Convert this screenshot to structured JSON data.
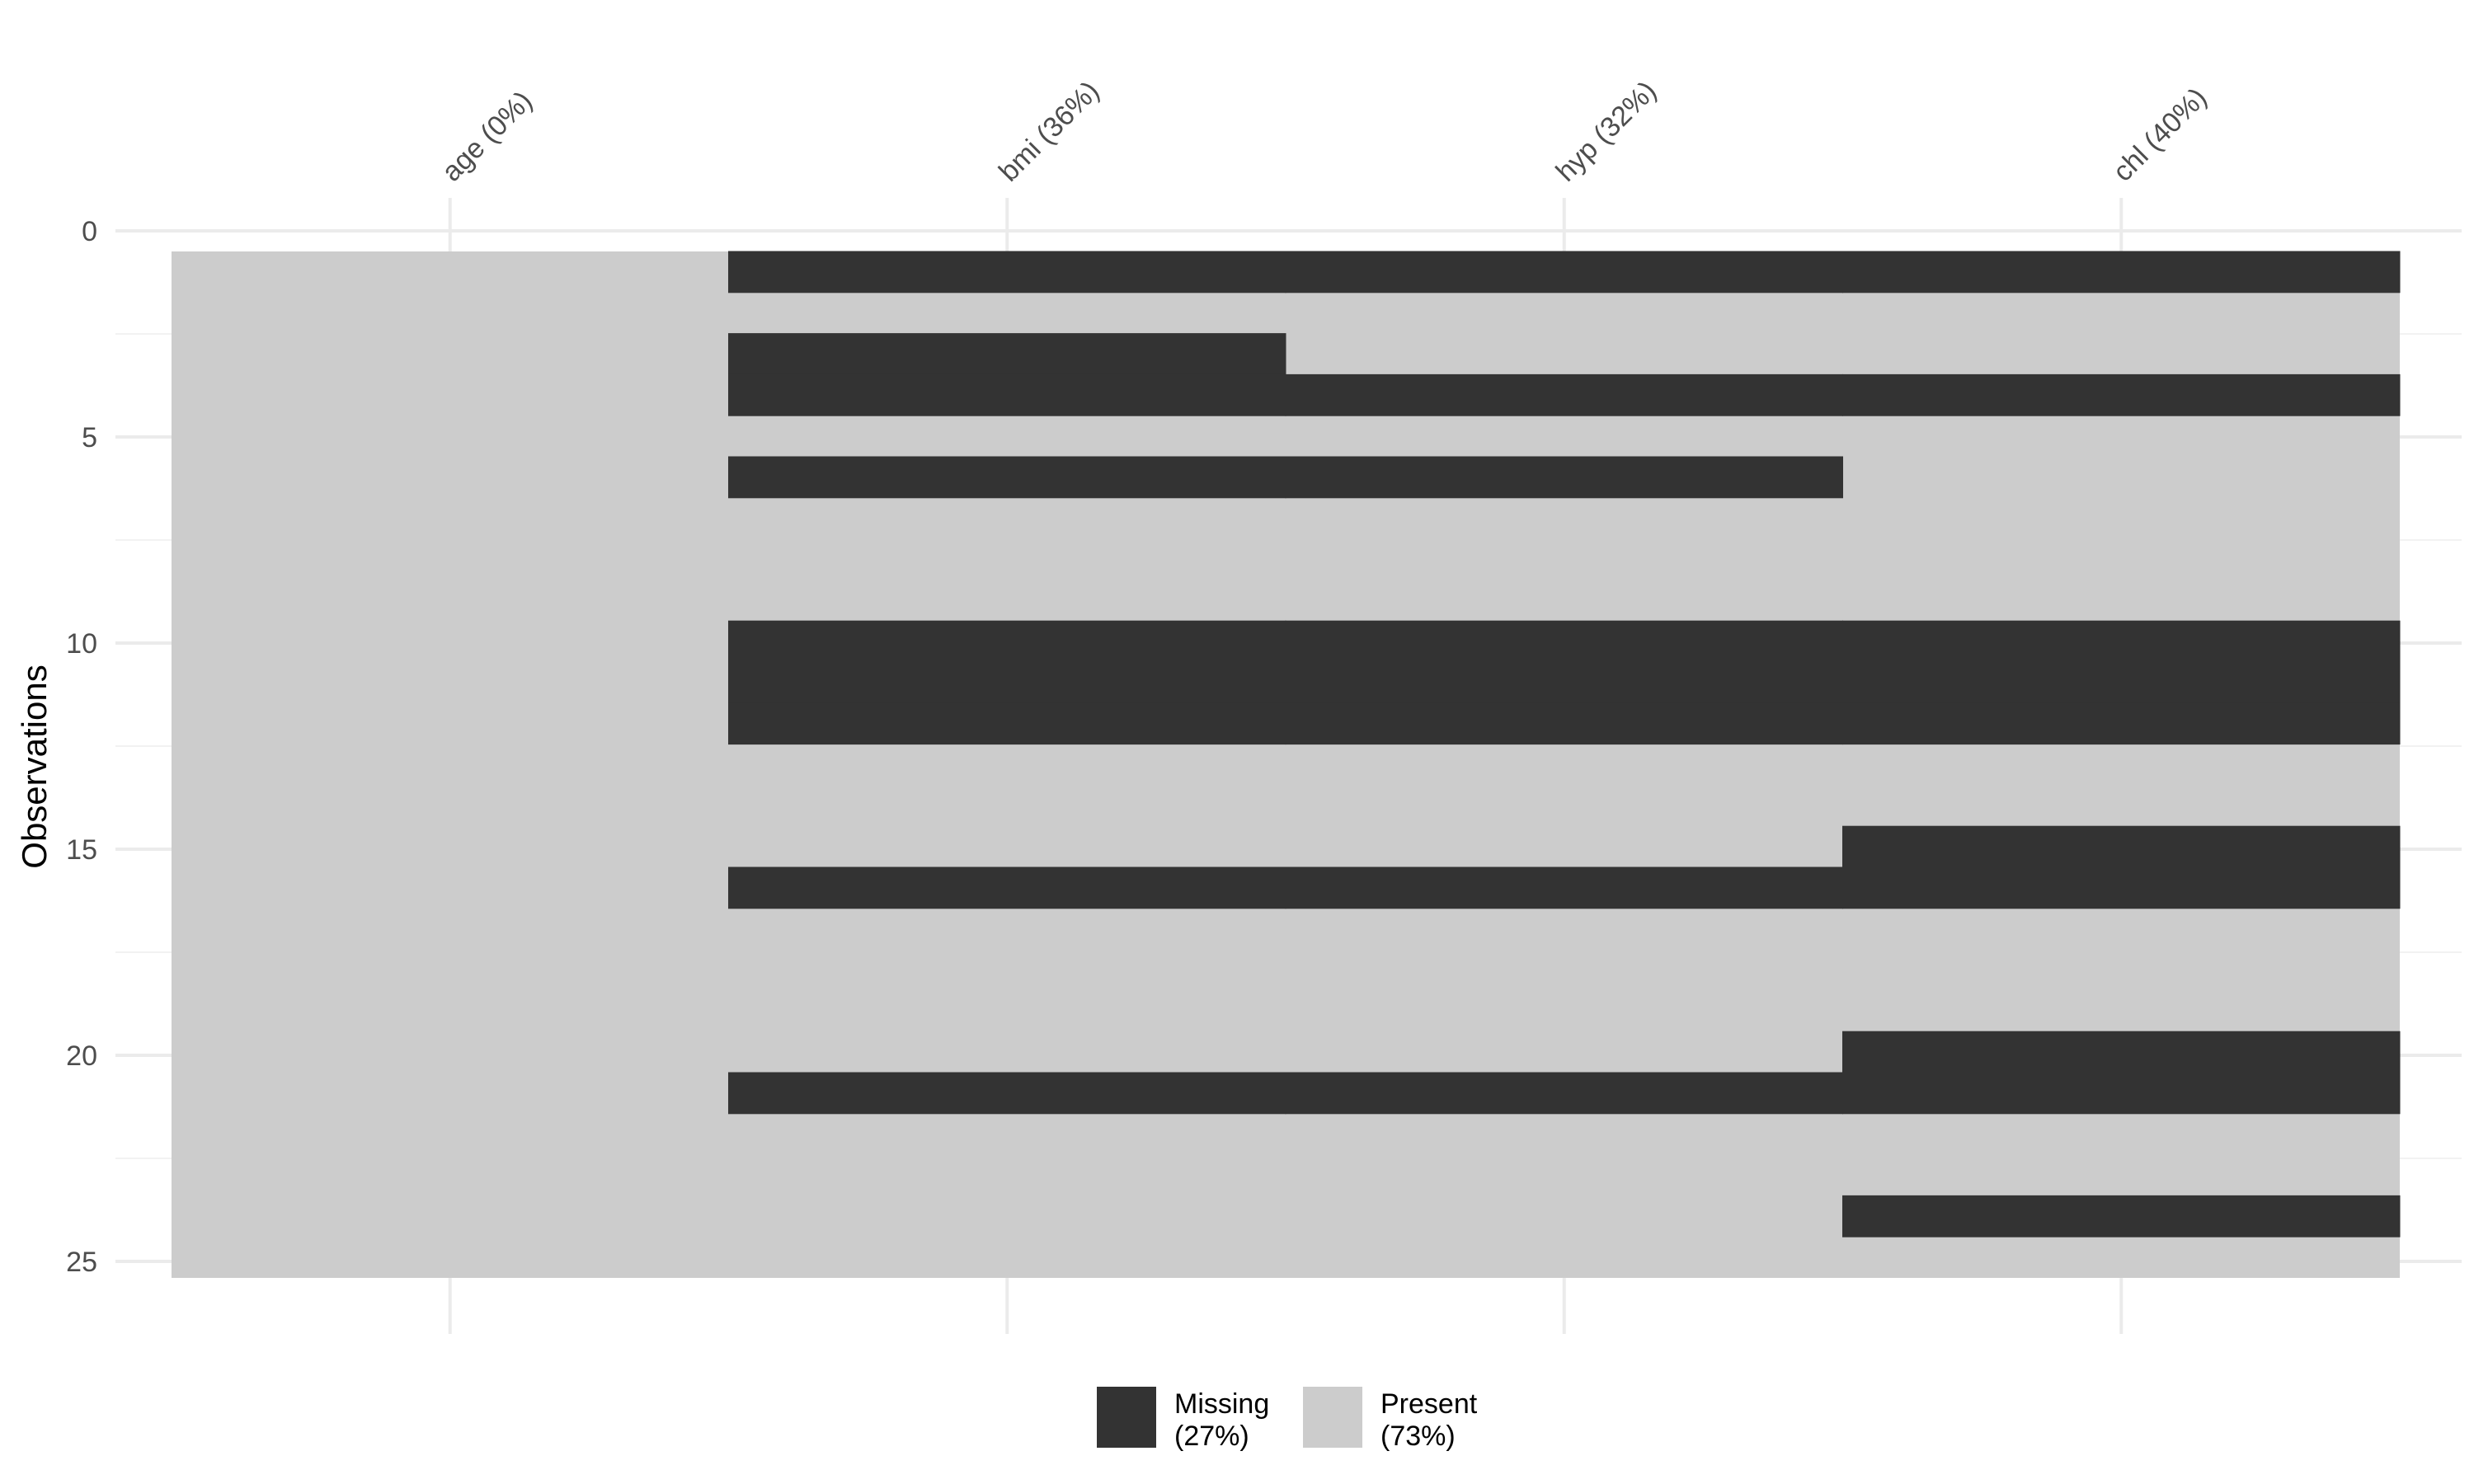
{
  "chart_data": {
    "type": "heatmap",
    "ylabel": "Observations",
    "columns": [
      "age (0%)",
      "bmi (36%)",
      "hyp (32%)",
      "chl (40%)"
    ],
    "y_ticks": [
      0,
      5,
      10,
      15,
      20,
      25
    ],
    "ylim": [
      0,
      25
    ],
    "n_rows": 25,
    "grid": true,
    "colors": {
      "missing": "#333333",
      "present": "#cccccc"
    },
    "legend": {
      "position": "bottom",
      "items": [
        {
          "key": "missing",
          "label": "Missing",
          "pct": "(27%)"
        },
        {
          "key": "present",
          "label": "Present",
          "pct": "(73%)"
        }
      ]
    },
    "missing_matrix": [
      [
        0,
        1,
        1,
        1
      ],
      [
        0,
        0,
        0,
        0
      ],
      [
        0,
        1,
        0,
        0
      ],
      [
        0,
        1,
        1,
        1
      ],
      [
        0,
        0,
        0,
        0
      ],
      [
        0,
        1,
        1,
        0
      ],
      [
        0,
        0,
        0,
        0
      ],
      [
        0,
        0,
        0,
        0
      ],
      [
        0,
        0,
        0,
        0
      ],
      [
        0,
        1,
        1,
        1
      ],
      [
        0,
        1,
        1,
        1
      ],
      [
        0,
        1,
        1,
        1
      ],
      [
        0,
        0,
        0,
        0
      ],
      [
        0,
        0,
        0,
        0
      ],
      [
        0,
        0,
        0,
        1
      ],
      [
        0,
        1,
        1,
        1
      ],
      [
        0,
        0,
        0,
        0
      ],
      [
        0,
        0,
        0,
        0
      ],
      [
        0,
        0,
        0,
        0
      ],
      [
        0,
        0,
        0,
        1
      ],
      [
        0,
        1,
        1,
        1
      ],
      [
        0,
        0,
        0,
        0
      ],
      [
        0,
        0,
        0,
        0
      ],
      [
        0,
        0,
        0,
        1
      ],
      [
        0,
        0,
        0,
        0
      ]
    ]
  }
}
